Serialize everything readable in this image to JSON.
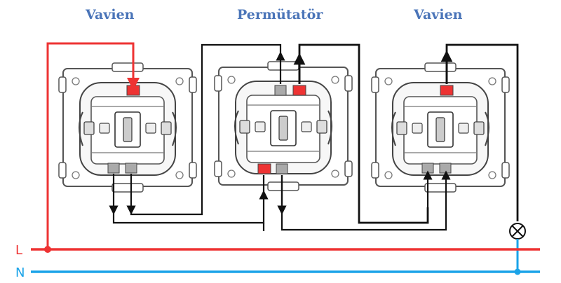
{
  "titles": {
    "left": "Vavien",
    "middle": "Permütatör",
    "right": "Vavien"
  },
  "lines": {
    "live": {
      "label": "L",
      "color": "#ee3333"
    },
    "neutral": {
      "label": "N",
      "color": "#1aa3e8"
    }
  },
  "colors": {
    "wire": "#111111",
    "terminal_live": "#ee3333",
    "terminal_normal": "#aaaaaa",
    "switch_outline": "#555555",
    "title": "#4a74b8"
  },
  "components": [
    "two-way switch",
    "intermediate switch",
    "two-way switch",
    "lamp"
  ]
}
